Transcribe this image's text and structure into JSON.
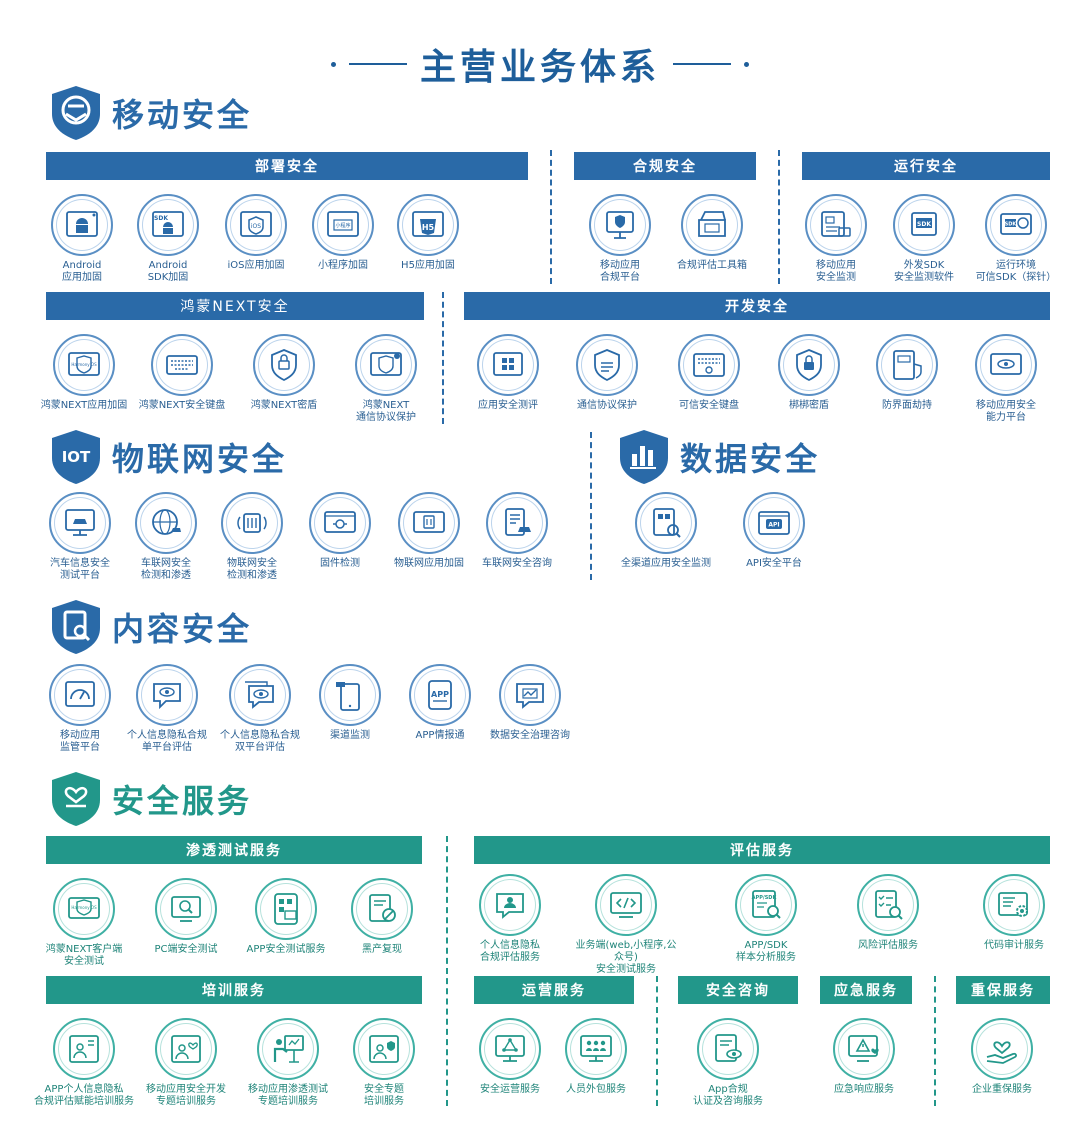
{
  "title": "主营业务体系",
  "categories": {
    "mobile": "移动安全",
    "iot": "物联网安全",
    "data": "数据安全",
    "content": "内容安全",
    "service": "安全服务"
  },
  "badge_texts": {
    "iot": "IOT"
  },
  "bars": {
    "deploy": "部署安全",
    "compliance": "合规安全",
    "runtime": "运行安全",
    "harmony": "鸿蒙NEXT安全",
    "dev": "开发安全",
    "pentest": "渗透测试服务",
    "assess": "评估服务",
    "training": "培训服务",
    "ops": "运营服务",
    "consult": "安全咨询",
    "emergency": "应急服务",
    "guard": "重保服务"
  },
  "items": {
    "deploy": [
      "Android\n应用加固",
      "Android\nSDK加固",
      "iOS应用加固",
      "小程序加固",
      "H5应用加固"
    ],
    "compliance": [
      "移动应用\n合规平台",
      "合规评估工具箱"
    ],
    "runtime": [
      "移动应用\n安全监测",
      "外发SDK\n安全监测软件",
      "运行环境\n可信SDK（探针）"
    ],
    "harmony": [
      "鸿蒙NEXT应用加固",
      "鸿蒙NEXT安全键盘",
      "鸿蒙NEXT密盾",
      "鸿蒙NEXT\n通信协议保护"
    ],
    "dev": [
      "应用安全测评",
      "通信协议保护",
      "可信安全键盘",
      "梆梆密盾",
      "防界面劫持",
      "移动应用安全\n能力平台"
    ],
    "iot": [
      "汽车信息安全\n测试平台",
      "车联网安全\n检测和渗透",
      "物联网安全\n检测和渗透",
      "固件检测",
      "物联网应用加固",
      "车联网安全咨询"
    ],
    "data": [
      "全渠道应用安全监测",
      "API安全平台"
    ],
    "content": [
      "移动应用\n监管平台",
      "个人信息隐私合规\n单平台评估",
      "个人信息隐私合规\n双平台评估",
      "渠道监测",
      "APP情报通",
      "数据安全治理咨询"
    ],
    "pentest": [
      "鸿蒙NEXT客户端\n安全测试",
      "PC端安全测试",
      "APP安全测试服务",
      "黑产复现"
    ],
    "assess": [
      "个人信息隐私\n合规评估服务",
      "业务端(web,小程序,公众号)\n安全测试服务",
      "APP/SDK\n样本分析服务",
      "风险评估服务",
      "代码审计服务"
    ],
    "training": [
      "APP个人信息隐私\n合规评估赋能培训服务",
      "移动应用安全开发\n专题培训服务",
      "移动应用渗透测试\n专题培训服务",
      "安全专题\n培训服务"
    ],
    "ops": [
      "安全运营服务",
      "人员外包服务"
    ],
    "consult": [
      "App合规\n认证及咨询服务"
    ],
    "emergency": [
      "应急响应服务"
    ],
    "guard": [
      "企业重保服务"
    ]
  },
  "icon_texts": {
    "sdk": "SDK",
    "ios": "iOS",
    "mini": "小程序",
    "h5": "H5",
    "harmony": "Harmony OS",
    "app": "APP",
    "api": "API",
    "appsdk": "APP/SDK",
    "sdkprobe": "SDK"
  },
  "colors": {
    "blue": "#2a6aa8",
    "teal": "#22978a",
    "ring_blue": "#5a8fc4",
    "ring_teal": "#3fb0a4"
  }
}
